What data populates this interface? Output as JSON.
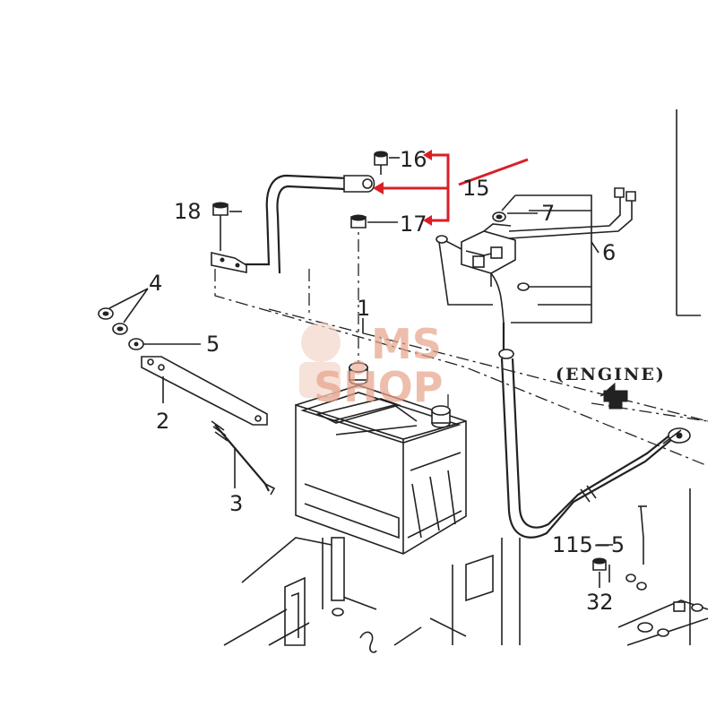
{
  "callouts": {
    "c1": "1",
    "c2": "2",
    "c3": "3",
    "c4": "4",
    "c5": "5",
    "c6": "6",
    "c7": "7",
    "c15": "15",
    "c16": "16",
    "c17": "17",
    "c18": "18",
    "c32": "32",
    "c115": "115−5"
  },
  "engine_label": "(ENGINE)",
  "watermark": {
    "line1": "MS",
    "line2": "SHOP"
  },
  "colors": {
    "line": "#222222",
    "highlight_arrow": "#d91f26",
    "watermark": "#e8a38a",
    "background": "#ffffff"
  }
}
